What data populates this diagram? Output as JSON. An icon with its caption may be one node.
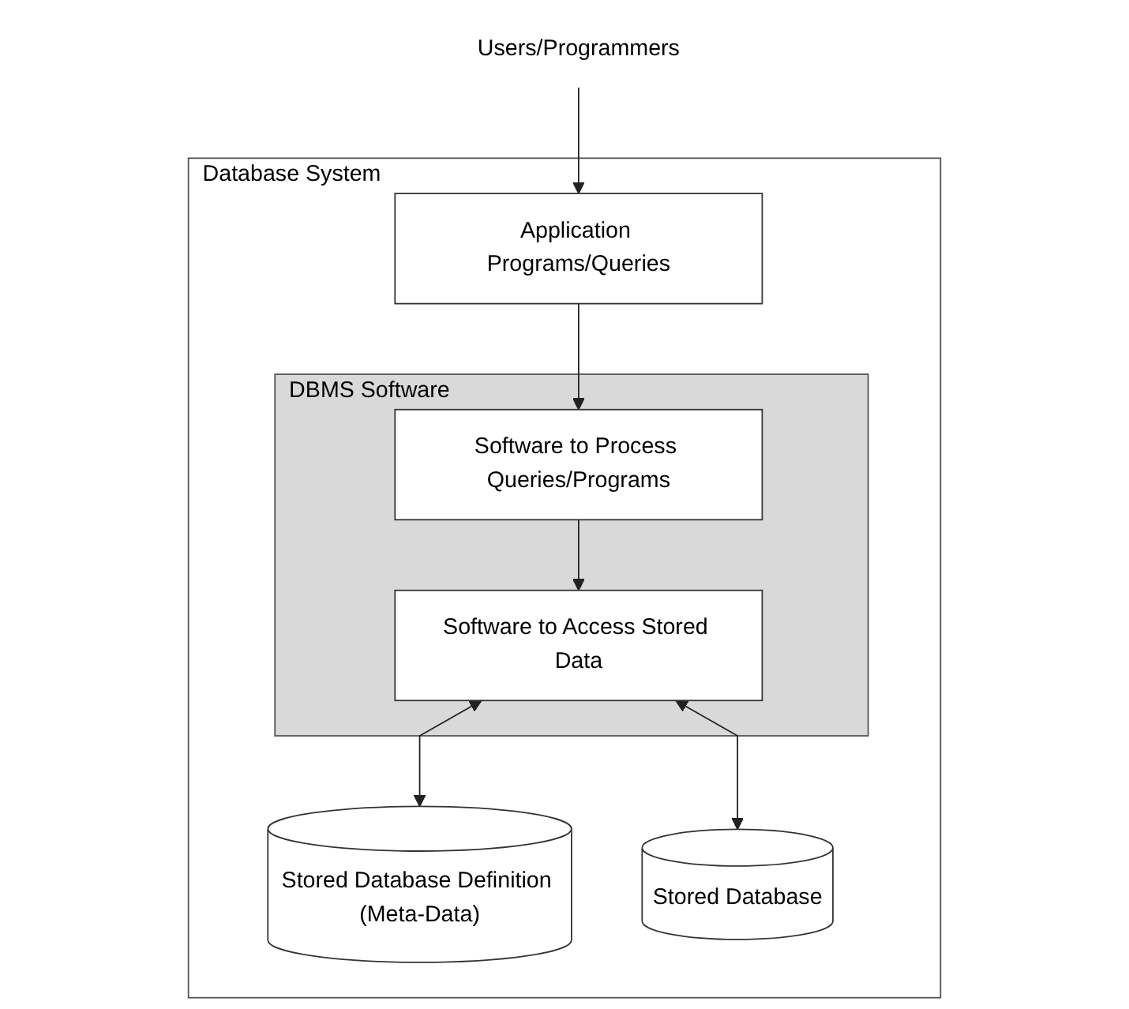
{
  "diagram": {
    "nodes": [
      {
        "text": [
          "Users/Programmers"
        ]
      },
      {
        "text": [
          "Database System"
        ]
      },
      {
        "text": [
          "Application Programs/Queries"
        ],
        "in": 1
      },
      {
        "text": [
          "DBMS Software"
        ],
        "in": 1
      },
      {
        "text": [
          "Software to Process Queries/Programs"
        ],
        "in": 3
      },
      {
        "text": [
          "Software to Access Stored Data"
        ],
        "in": 3
      },
      {
        "text": [
          "Stored Database Definition (Meta-Data)"
        ],
        "in": 1
      },
      {
        "text": [
          "Stored Database"
        ],
        "in": 1
      }
    ],
    "edges": [
      {
        "from": 0,
        "to": 2,
        "arrow": "to"
      },
      {
        "from": 2,
        "to": 4,
        "arrow": "to"
      },
      {
        "from": 4,
        "to": 5,
        "arrow": "to"
      },
      {
        "from": 5,
        "to": 6,
        "arrow": "both"
      },
      {
        "from": 5,
        "to": 7,
        "arrow": "both"
      }
    ]
  }
}
